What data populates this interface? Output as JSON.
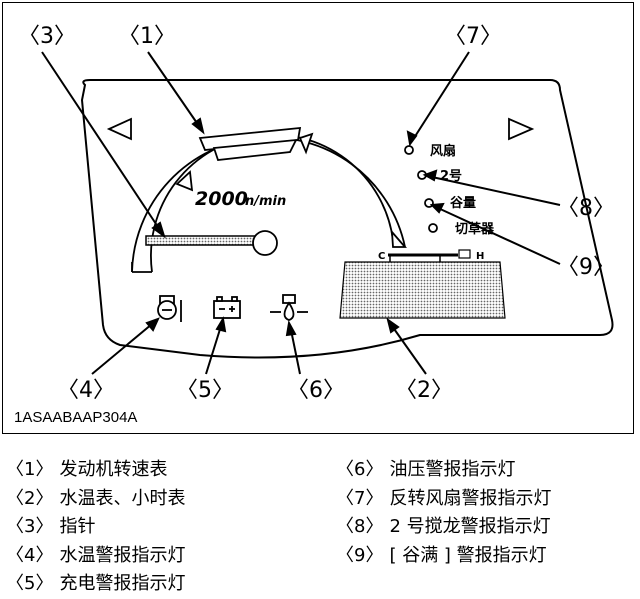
{
  "figure": {
    "code": "1ASAABAAP304A",
    "gauge_reading": "2000",
    "gauge_unit": "n/min",
    "fan_label": "风扇",
    "auger2_label": "2号",
    "grain_label": "谷量",
    "cut_label": "切草器",
    "scale_c": "C",
    "scale_h": "H",
    "callouts": [
      "〈1〉",
      "〈2〉",
      "〈3〉",
      "〈4〉",
      "〈5〉",
      "〈6〉",
      "〈7〉",
      "〈8〉",
      "〈9〉"
    ]
  },
  "legend": {
    "left": [
      {
        "num": "〈1〉",
        "text": "发动机转速表"
      },
      {
        "num": "〈2〉",
        "text": "水温表、小时表"
      },
      {
        "num": "〈3〉",
        "text": "指针"
      },
      {
        "num": "〈4〉",
        "text": "水温警报指示灯"
      },
      {
        "num": "〈5〉",
        "text": "充电警报指示灯"
      }
    ],
    "right": [
      {
        "num": "〈6〉",
        "text": "油压警报指示灯"
      },
      {
        "num": "〈7〉",
        "text": "反转风扇警报指示灯"
      },
      {
        "num": "〈8〉",
        "text": "2 号搅龙警报指示灯"
      },
      {
        "num": "〈9〉",
        "text": "[ 谷满 ] 警报指示灯"
      }
    ]
  }
}
